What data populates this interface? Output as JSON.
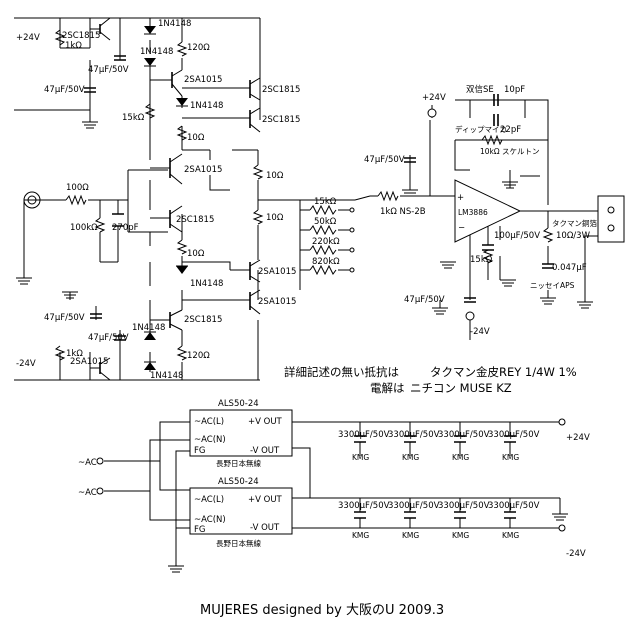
{
  "rails": {
    "pos24_top": "+24V",
    "neg24_bottom": "-24V",
    "pos24_opamp": "+24V",
    "neg24_opamp": "-24V",
    "pos24_psu": "+24V",
    "neg24_psu": "-24V"
  },
  "transistors": {
    "q_top_left": "2SC1815",
    "q_driver_p": "2SA1015",
    "q_out_top_a": "2SC1815",
    "q_out_top_b": "2SC1815",
    "q_mid_a": "2SA1015",
    "q_mid_b": "2SC1815",
    "q_out_bot_a": "2SA1015",
    "q_out_bot_b": "2SA1015",
    "q_driver_n": "2SC1815",
    "q_bot_left": "2SA1015"
  },
  "diodes": {
    "d1": "1N4148",
    "d2": "1N4148",
    "d3": "1N4148",
    "d4": "1N4148",
    "d5": "1N4148",
    "d6": "1N4148"
  },
  "resistors": {
    "r_1k_top": "1kΩ",
    "r_120_top": "120Ω",
    "r_15k": "15kΩ",
    "r_10_a": "10Ω",
    "r_10_b": "10Ω",
    "r_10_c": "10Ω",
    "r_10_d": "10Ω",
    "r_100_in": "100Ω",
    "r_100k": "100kΩ",
    "r_120_bot": "120Ω",
    "r_1k_bot": "1kΩ",
    "att_15k": "15kΩ",
    "att_50k": "50kΩ",
    "att_220k": "220kΩ",
    "att_820k": "820kΩ",
    "r_1k_ns": "1kΩ NS-2B",
    "r_15k_op": "15kΩ",
    "r_10k_fb": "10kΩ スケルトン",
    "r_10_3w": "10Ω/3W",
    "r_10_3w_note": "タクマン銅箔"
  },
  "capacitors": {
    "c_top_a": "47μF/50V",
    "c_top_b": "47μF/50V",
    "c_270p": "270pF",
    "c_bot_a": "47μF/50V",
    "c_bot_b": "47μF/50V",
    "c_op_pos": "47μF/50V",
    "c_op_neg": "47μF/50V",
    "c_100u": "100μF/50V",
    "c_10p": "10pF",
    "c_10p_note": "双信SE",
    "c_22p": "22pF",
    "c_22p_note": "ディップマイカ",
    "c_047u": "0.047μF",
    "c_047u_note": "ニッセイAPS",
    "psu_caps": [
      "3300μF/50V",
      "3300μF/50V",
      "3300μF/50V",
      "3300μF/50V"
    ],
    "psu_cap_brand": "KMG"
  },
  "opamp": {
    "part": "LM3886"
  },
  "psu": {
    "upper_model": "ALS50-24",
    "lower_model": "ALS50-24",
    "maker": "長野日本無線",
    "pin_acl": "~AC(L)",
    "pin_acn": "~AC(N)",
    "pin_fg": "FG",
    "pin_vout_pos": "+V OUT",
    "pin_vout_neg": "-V OUT",
    "ac_in": "~AC"
  },
  "notes": {
    "line1_a": "詳細記述の無い抵抗は",
    "line1_b": "タクマン金皮REY 1/4W 1%",
    "line2_a": "電解は",
    "line2_b": "ニチコン MUSE KZ"
  },
  "footer": "MUJERES designed by 大阪のU 2009.3"
}
